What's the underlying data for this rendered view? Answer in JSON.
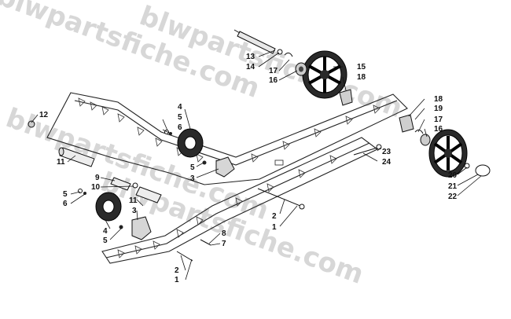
{
  "watermarks": [
    "blwpartsfiche.com",
    "blwpartsfiche.com",
    "blwpartsfiche.com",
    "blwpartsfiche.com"
  ],
  "callouts": {
    "c1a": "1",
    "c1b": "1",
    "c2a": "2",
    "c2b": "2",
    "c3a": "3",
    "c3b": "3",
    "c4a": "4",
    "c4b": "4",
    "c5a": "5",
    "c5b": "5",
    "c5c": "5",
    "c5d": "5",
    "c6a": "6",
    "c6b": "6",
    "c7": "7",
    "c8": "8",
    "c9": "9",
    "c10": "10",
    "c11a": "11",
    "c11b": "11",
    "c12": "12",
    "c13": "13",
    "c14": "14",
    "c15": "15",
    "c16a": "16",
    "c16b": "16",
    "c17a": "17",
    "c17b": "17",
    "c18a": "18",
    "c18b": "18",
    "c19": "19",
    "c20": "20",
    "c21": "21",
    "c22": "22",
    "c23": "23",
    "c24": "24"
  }
}
